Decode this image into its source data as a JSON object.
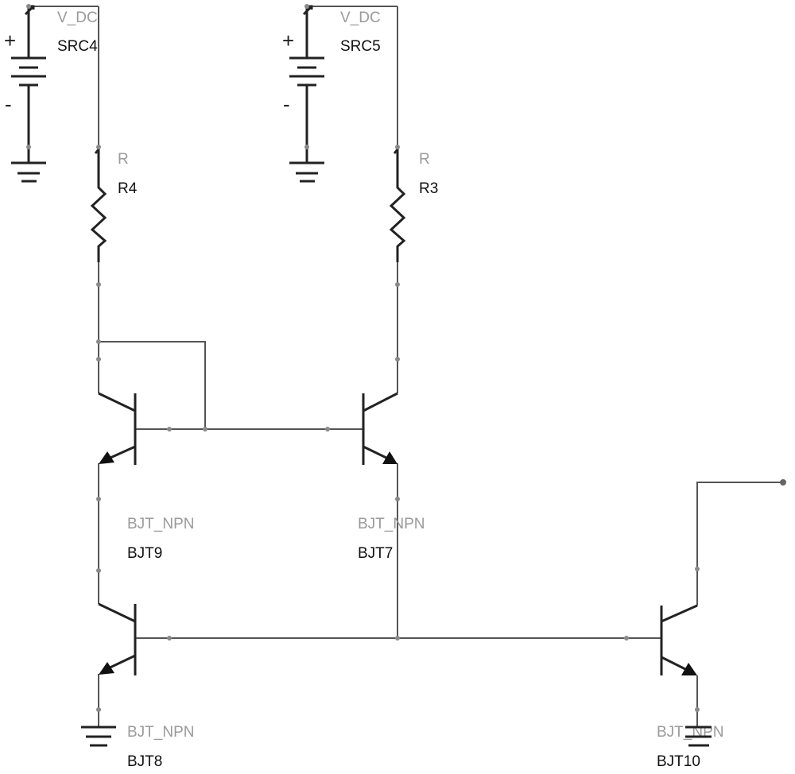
{
  "schematic": {
    "sources": [
      {
        "type": "V_DC",
        "name": "SRC4",
        "plus": "+",
        "minus": "-"
      },
      {
        "type": "V_DC",
        "name": "SRC5",
        "plus": "+",
        "minus": "-"
      }
    ],
    "resistors": [
      {
        "type": "R",
        "name": "R4"
      },
      {
        "type": "R",
        "name": "R3"
      }
    ],
    "transistors": [
      {
        "type": "BJT_NPN",
        "name": "BJT9"
      },
      {
        "type": "BJT_NPN",
        "name": "BJT7"
      },
      {
        "type": "BJT_NPN",
        "name": "BJT8"
      },
      {
        "type": "BJT_NPN",
        "name": "BJT10"
      }
    ],
    "colors": {
      "wire": "#555555",
      "part": "#222222",
      "type_label": "#9a9a9a",
      "name_label": "#111111"
    }
  }
}
